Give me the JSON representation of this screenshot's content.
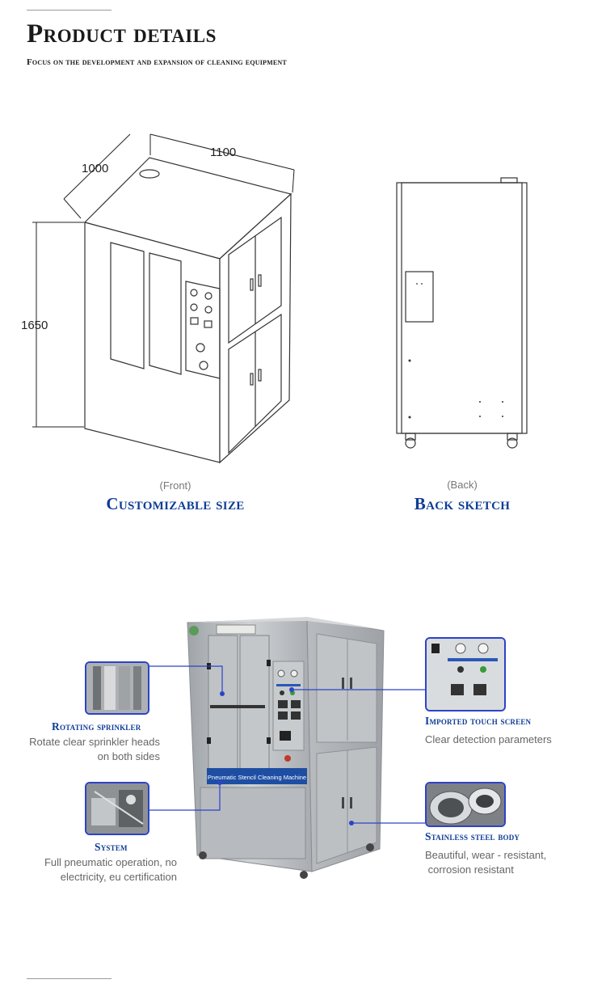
{
  "header": {
    "title": "Product details",
    "subtitle": "Focus on the development and expansion of cleaning equipment"
  },
  "dimensions": {
    "length": "1100",
    "width": "1000",
    "height": "1650"
  },
  "front_view": {
    "view_label": "(Front)",
    "caption": "Customizable size"
  },
  "back_view": {
    "view_label": "(Back)",
    "caption": "Back sketch"
  },
  "machine_panel": {
    "plate_text": "Pneumatic Stencil Cleaning Machine"
  },
  "features": [
    {
      "title": "Rotating sprinkler",
      "desc": [
        "Rotate clear sprinkler heads",
        "on both sides"
      ]
    },
    {
      "title": "System",
      "desc": [
        "Full pneumatic operation, no",
        "electricity, eu certification"
      ]
    },
    {
      "title": "Imported touch screen",
      "desc": [
        "Clear detection parameters"
      ]
    },
    {
      "title": "Stainless steel body",
      "desc": [
        "Beautiful, wear - resistant,",
        " corrosion resistant"
      ]
    }
  ],
  "colors": {
    "accent": "#0f3c97",
    "callout_line": "#2c43c8",
    "steel": "#b9bdc1"
  }
}
